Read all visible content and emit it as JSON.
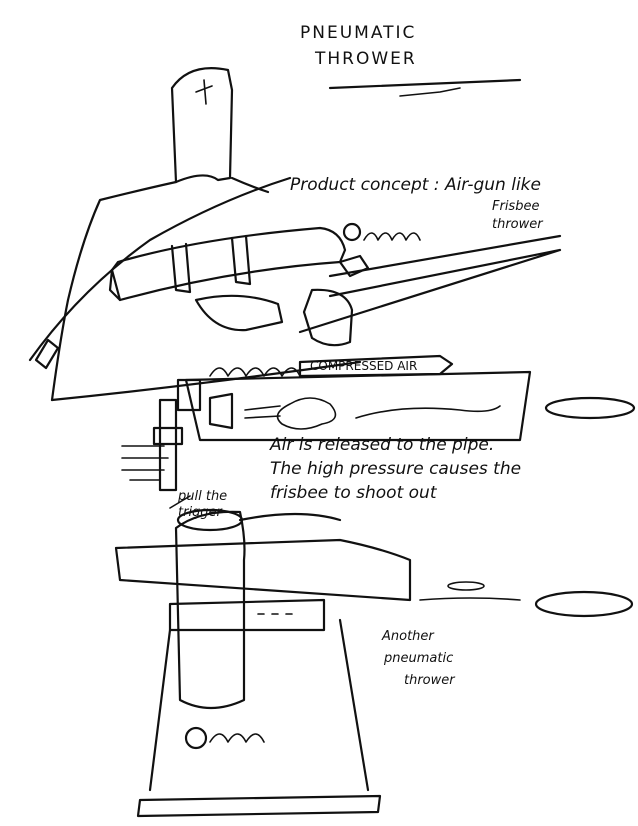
{
  "title": {
    "line1": "PNEUMATIC",
    "line2": "THROWER"
  },
  "concept": {
    "line1": "Product concept : Air-gun like",
    "line2": "Frisbee",
    "line3": "thrower"
  },
  "compressed_air_label": "COMPRESSED AIR",
  "release_note": {
    "line1": "Air is released to the pipe.",
    "line2": "The high pressure causes the",
    "line3": "frisbee to shoot out"
  },
  "trigger_label": {
    "line1": "pull the",
    "line2": "trigger"
  },
  "another_note": {
    "line1": "Another",
    "line2": "pneumatic",
    "line3": "thrower"
  }
}
